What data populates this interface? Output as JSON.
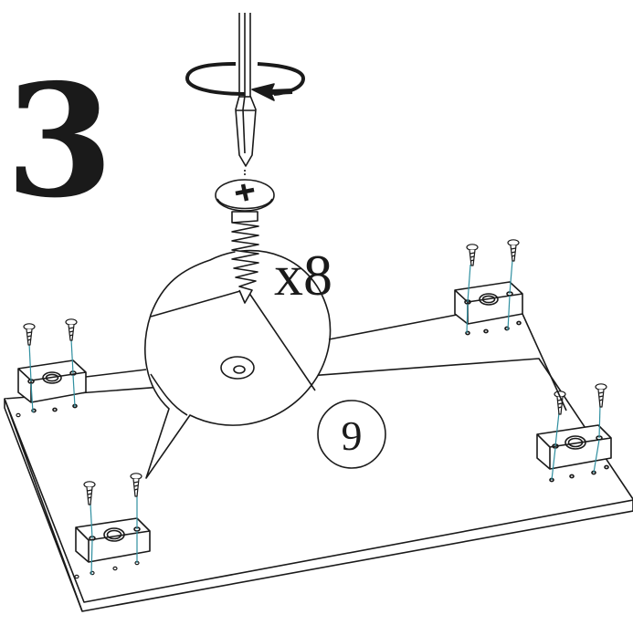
{
  "step": {
    "number": "3"
  },
  "screw": {
    "quantity_label": "x8",
    "icon": "phillips-screw-icon"
  },
  "tool": {
    "icon": "phillips-screwdriver-icon",
    "rotation": "clockwise"
  },
  "part": {
    "number": "9"
  },
  "colors": {
    "line": "#1a1a1a",
    "guide": "#2f8fa0",
    "background": "#ffffff"
  }
}
